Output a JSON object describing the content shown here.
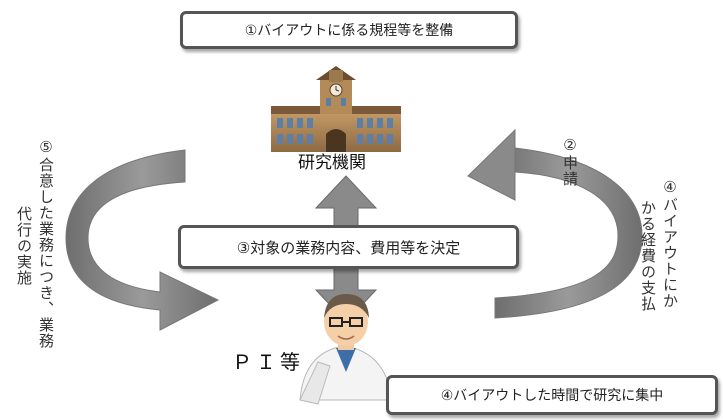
{
  "boxes": {
    "top": "①バイアウトに係る規程等を整備",
    "middle": "③対象の業務内容、費用等を決定",
    "bottom": "④バイアウトした時間で研究に集中"
  },
  "nodes": {
    "institution": "研究機関",
    "pi": "ＰＩ等"
  },
  "labels": {
    "left_col1": "⑤合意した業務につき、業務",
    "left_col2": "代行の実施",
    "right_apply": "②申請",
    "right_pay_col1": "④バイアウトにか",
    "right_pay_col2": "かる経費の支払"
  },
  "colors": {
    "arrow": "#8c8c8c",
    "arrow_dark": "#5f5f5f",
    "box_border": "#555555",
    "building": "#a9845a"
  }
}
